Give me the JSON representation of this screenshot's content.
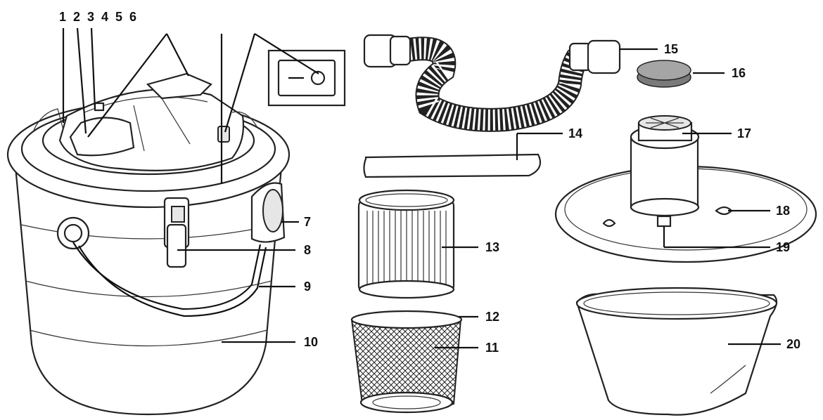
{
  "diagram": {
    "switch_symbol": "I",
    "labels": {
      "l1": "1",
      "l2": "2",
      "l3": "3",
      "l4": "4",
      "l5": "5",
      "l6": "6",
      "l7": "7",
      "l8": "8",
      "l9": "9",
      "l10": "10",
      "l11": "11",
      "l12": "12",
      "l13": "13",
      "l14": "14",
      "l15": "15",
      "l16": "16",
      "l17": "17",
      "l18": "18",
      "l19": "19",
      "l20": "20"
    }
  }
}
